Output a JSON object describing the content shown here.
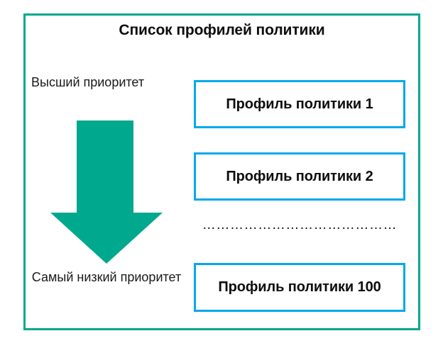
{
  "diagram": {
    "title": "Список профилей политики",
    "frame_color": "#00A88E",
    "box_border_color": "#00A8EC",
    "arrow_color": "#00A88E",
    "text_color": "#0d0d0d"
  },
  "priority": {
    "highest_label": "Высший приоритет",
    "lowest_label": "Самый низкий приоритет",
    "arrow_icon": "down-arrow-icon",
    "arrow_direction": "down"
  },
  "profiles": [
    {
      "label": "Профиль политики 1"
    },
    {
      "label": "Профиль политики 2"
    },
    {
      "label": "Профиль политики 100"
    }
  ],
  "separator": {
    "ellipsis": "……………………………………"
  }
}
